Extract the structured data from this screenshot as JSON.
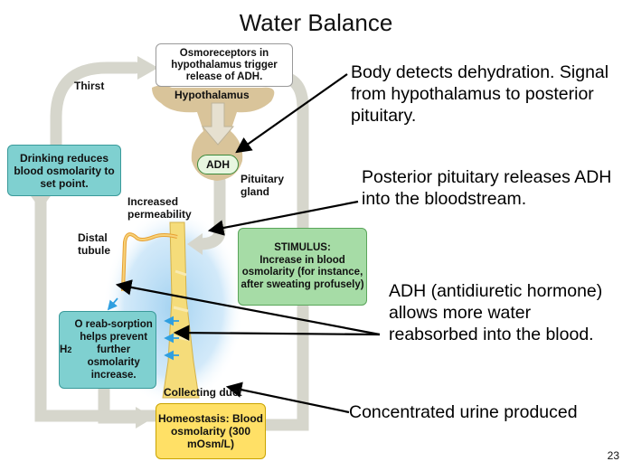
{
  "title": "Water Balance",
  "nodes": {
    "osmoreceptors": "Osmoreceptors in hypothalamus trigger release of ADH.",
    "drinking": "Drinking reduces blood osmolarity to set point.",
    "adh": "ADH",
    "stimulus_title": "STIMULUS:",
    "stimulus_body": "Increase in blood osmolarity (for instance, after sweating profusely)",
    "h2o_reabsorption": "H2O reab-sorption helps prevent further osmolarity increase.",
    "homeostasis": "Homeostasis: Blood osmolarity (300 mOsm/L)"
  },
  "labels": {
    "thirst": "Thirst",
    "hypothalamus": "Hypothalamus",
    "pituitary_gland": "Pituitary gland",
    "increased_permeability": "Increased permeability",
    "distal_tubule": "Distal tubule",
    "collecting_duct": "Collecting duct"
  },
  "annotations": {
    "body_detects": "Body detects dehydration. Signal from hypothalamus to posterior pituitary.",
    "posterior_pituitary": "Posterior pituitary releases ADH into the bloodstream.",
    "adh_allows": "ADH (antidiuretic hormone) allows more water reabsorbed into the blood.",
    "concentrated_urine": "Concentrated urine produced"
  },
  "page_number": "23",
  "colors": {
    "teal_box": "#7fd0d0",
    "green_box": "#a6dca6",
    "yellow_box": "#ffe066",
    "flow_arrow": "#d6d6cc",
    "hypothalamus_tan": "#d9c49a",
    "duct_yellow": "#f5dc7a",
    "blood_blue": "#9fd0f0",
    "water_arrow_blue": "#2f9fe0"
  }
}
